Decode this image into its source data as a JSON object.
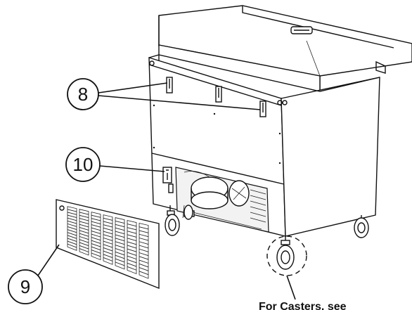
{
  "callouts": [
    {
      "id": "8",
      "label": "8"
    },
    {
      "id": "10",
      "label": "10"
    },
    {
      "id": "9",
      "label": "9"
    }
  ],
  "note": {
    "text": "For Casters, see"
  }
}
